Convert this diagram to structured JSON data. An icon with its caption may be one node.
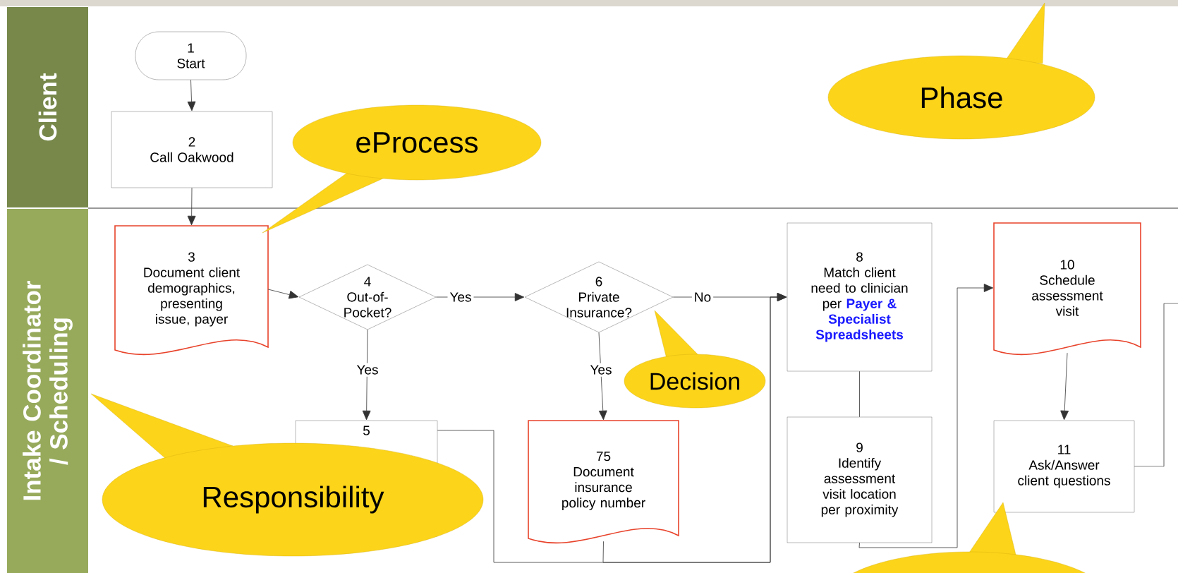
{
  "diagram": {
    "nodes": [
      {
        "text": [
          "Client"
        ]
      },
      {
        "text": [
          "Intake Coordinator / Scheduling"
        ]
      },
      {
        "text": [
          "1",
          "Start"
        ]
      },
      {
        "text": [
          "2",
          "Call Oakwood"
        ]
      },
      {
        "text": [
          "Phase"
        ]
      },
      {
        "text": [
          "eProcess"
        ]
      },
      {
        "text": [
          "3",
          "Document client demographics, presenting issue, payer"
        ]
      },
      {
        "text": [
          "4",
          "Out-of-Pocket?"
        ]
      },
      {
        "text": [
          "6",
          "Private Insurance?"
        ]
      },
      {
        "text": [
          "8",
          "Match client need to clinician per",
          "Payer & Specialist Spreadsheets"
        ]
      },
      {
        "text": [
          "Decision"
        ]
      },
      {
        "text": [
          "5"
        ]
      },
      {
        "text": [
          "Responsibility"
        ]
      },
      {
        "text": [
          "75",
          "Document insurance policy number"
        ]
      },
      {
        "text": [
          "9",
          "Identify assessment visit location per proximity"
        ]
      },
      {
        "text": [
          "10",
          "Schedule assessment visit"
        ]
      },
      {
        "text": [
          "11",
          "Ask/Answer client questions"
        ]
      },
      {
        "text": [],
        "shape": "ellipse"
      }
    ],
    "edges": [
      {
        "from": 2,
        "to": 3,
        "arrow": "to"
      },
      {
        "from": 3,
        "to": 6,
        "arrow": "to"
      },
      {
        "from": 6,
        "to": 7,
        "arrow": "to"
      },
      {
        "from": 7,
        "to": 8,
        "arrow": "to",
        "label": "Yes"
      },
      {
        "from": 8,
        "to": 9,
        "arrow": "to",
        "label": "No"
      },
      {
        "from": 7,
        "to": 11,
        "arrow": "to",
        "label": "Yes"
      },
      {
        "from": 8,
        "to": 13,
        "arrow": "to",
        "label": "Yes"
      },
      {
        "from": 11,
        "to": 9,
        "arrow": "to"
      },
      {
        "from": 13,
        "to": 9,
        "arrow": "to"
      },
      {
        "from": 9,
        "to": 14,
        "arrow": "none"
      },
      {
        "from": 14,
        "to": 15,
        "arrow": "to"
      },
      {
        "from": 15,
        "to": 16,
        "arrow": "to"
      },
      {
        "from": 16,
        "to": null,
        "arrow": "none"
      }
    ]
  }
}
